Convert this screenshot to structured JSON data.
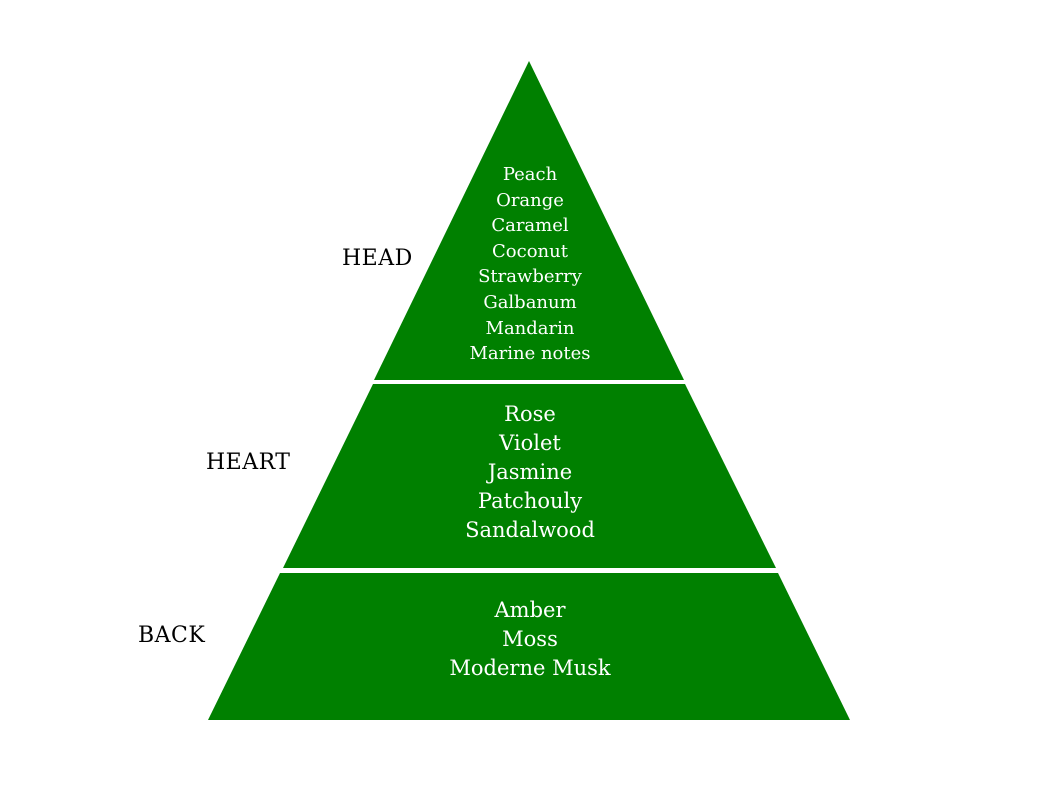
{
  "colors": {
    "tier_fill": "#008000",
    "note_text": "#ffffff",
    "label_text": "#000000",
    "background": "#ffffff"
  },
  "tiers": [
    {
      "label": "HEAD",
      "notes": [
        "Peach",
        "Orange",
        "Caramel",
        "Coconut",
        "Strawberry",
        "Galbanum",
        "Mandarin",
        "Marine notes"
      ]
    },
    {
      "label": "HEART",
      "notes": [
        "Rose",
        "Violet",
        "Jasmine",
        "Patchouly",
        "Sandalwood"
      ]
    },
    {
      "label": "BACK",
      "notes": [
        "Amber",
        "Moss",
        "Moderne Musk"
      ]
    }
  ]
}
